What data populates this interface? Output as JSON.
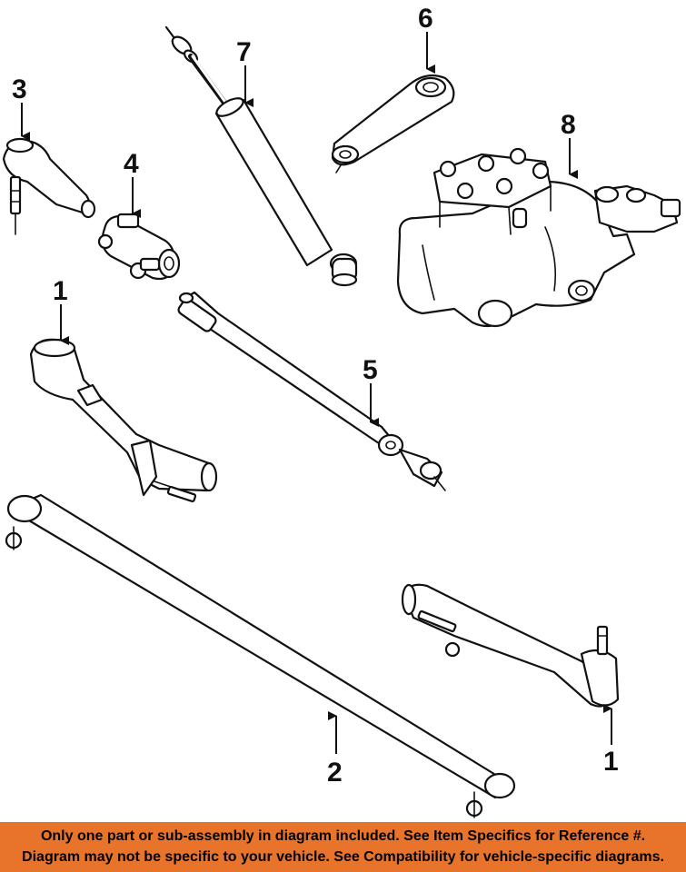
{
  "callouts": [
    {
      "id": "c1a",
      "label": "1"
    },
    {
      "id": "c1b",
      "label": "1"
    },
    {
      "id": "c2",
      "label": "2"
    },
    {
      "id": "c3",
      "label": "3"
    },
    {
      "id": "c4",
      "label": "4"
    },
    {
      "id": "c5",
      "label": "5"
    },
    {
      "id": "c6",
      "label": "6"
    },
    {
      "id": "c7",
      "label": "7"
    },
    {
      "id": "c8",
      "label": "8"
    }
  ],
  "footer": {
    "line1": "Only one part or sub-assembly in diagram included. See Item Specifics for Reference #.",
    "line2": "Diagram may not be specific to your vehicle. See Compatibility for vehicle-specific diagrams."
  },
  "colors": {
    "footer_background": "#e8742c",
    "line_art": "#111111"
  }
}
